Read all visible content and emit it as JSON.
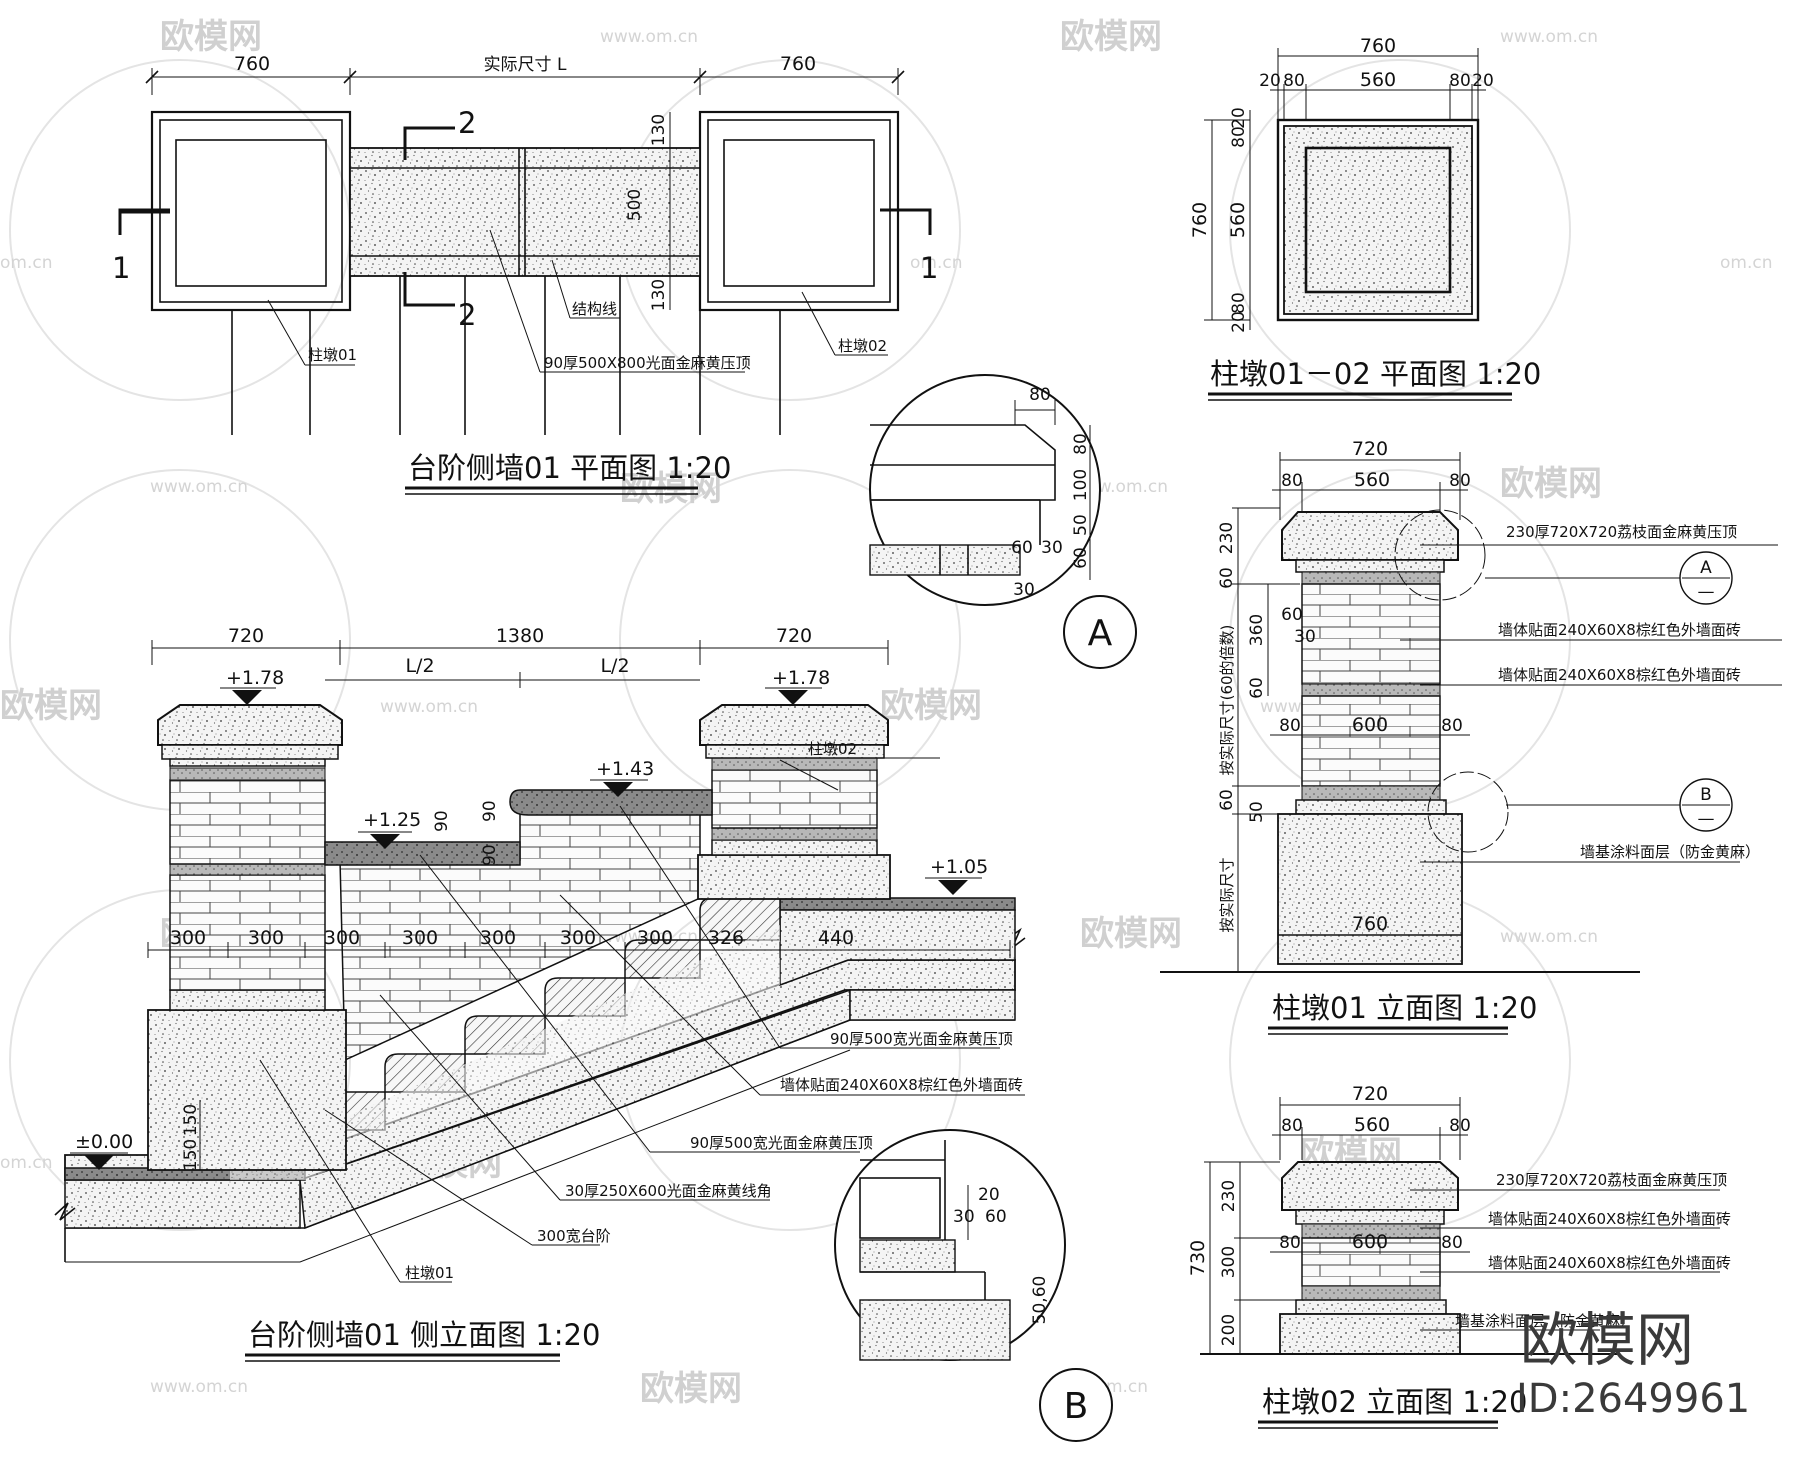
{
  "watermark": {
    "brand": "欧模网",
    "url": "www.om.cn",
    "url_short": "om.cn"
  },
  "brand_corner": {
    "name": "欧模网",
    "id": "ID:2649961"
  },
  "plan01": {
    "title": "台阶侧墙01 平面图 1:20",
    "dim_left": "760",
    "dim_mid": "实际尺寸 L",
    "dim_right": "760",
    "dim_side_top": "130",
    "dim_side_mid": "500",
    "dim_side_bot": "130",
    "section1_top": "1",
    "section1_bot": "1",
    "section2_top": "2",
    "section2_bot": "2",
    "label_pier01": "柱墩01",
    "label_pier02": "柱墩02",
    "label_struct": "结构线",
    "label_coping": "90厚500X800光面金麻黄压顶"
  },
  "planpier": {
    "title": "柱墩01－02 平面图 1:20",
    "dim_total": "760",
    "dim_a": "20",
    "dim_b": "80",
    "dim_c": "560",
    "dim_d": "80",
    "dim_e": "20",
    "v_total": "760",
    "v_a": "20",
    "v_b": "80",
    "v_c": "560",
    "v_d": "80",
    "v_e": "20"
  },
  "detailA": {
    "tag": "A",
    "d80top": "80",
    "d80": "80",
    "d100": "100",
    "d50": "50",
    "d60": "60",
    "d30": "30",
    "d60b": "60",
    "d30b": "30"
  },
  "detailB": {
    "tag": "B",
    "d20": "20",
    "d30": "30",
    "d60": "60",
    "d5060": "50,60"
  },
  "elev": {
    "title": "台阶侧墙01 侧立面图 1:20",
    "dim_l": "720",
    "dim_m": "1380",
    "dim_r": "720",
    "half1": "L/2",
    "half2": "L/2",
    "lv178a": "+1.78",
    "lv178b": "+1.78",
    "lv143": "+1.43",
    "lv125": "+1.25",
    "lv105": "+1.05",
    "lv000": "±0.00",
    "d90a": "90",
    "d90b": "90",
    "d90c": "90",
    "d150a": "150",
    "d150b": "150",
    "treads": [
      "300",
      "300",
      "300",
      "300",
      "300",
      "300",
      "300",
      "326",
      "440"
    ],
    "label_pier02": "柱墩02",
    "label_pier01": "柱墩01",
    "note1": "90厚500宽光面金麻黄压顶",
    "note2": "墙体贴面240X60X8棕红色外墙面砖",
    "note3": "90厚500宽光面金麻黄压顶",
    "note4": "30厚250X600光面金麻黄线角",
    "note5": "300宽台阶"
  },
  "pier01": {
    "title": "柱墩01 立面图 1:20",
    "dim_top": "720",
    "d80a": "80",
    "d560": "560",
    "d80b": "80",
    "d600": "600",
    "d80c": "80",
    "d80d": "80",
    "d760": "760",
    "v230": "230",
    "v60": "60",
    "v360": "360",
    "v60b": "60",
    "v60c": "60",
    "v50": "50",
    "v30": "30",
    "v60d": "60",
    "v_mid": "按实际尺寸(60的倍数)",
    "v_bot": "按实际尺寸",
    "note1": "230厚720X720荔枝面金麻黄压顶",
    "note2": "墙体贴面240X60X8棕红色外墙面砖",
    "note3": "墙体贴面240X60X8棕红色外墙面砖",
    "note4": "墙基涂料面层（防金黄麻）",
    "tagA": "A",
    "tagB": "B",
    "dash": "—"
  },
  "pier02": {
    "title": "柱墩02 立面图 1:20",
    "dim_top": "720",
    "d80a": "80",
    "d560": "560",
    "d80b": "80",
    "d600": "600",
    "d80c": "80",
    "d80d": "80",
    "v730": "730",
    "v230": "230",
    "v300": "300",
    "v200": "200",
    "note1": "230厚720X720荔枝面金麻黄压顶",
    "note2": "墙体贴面240X60X8棕红色外墙面砖",
    "note3": "墙体贴面240X60X8棕红色外墙面砖",
    "note4": "墙基涂料面层（防金黄麻）"
  }
}
